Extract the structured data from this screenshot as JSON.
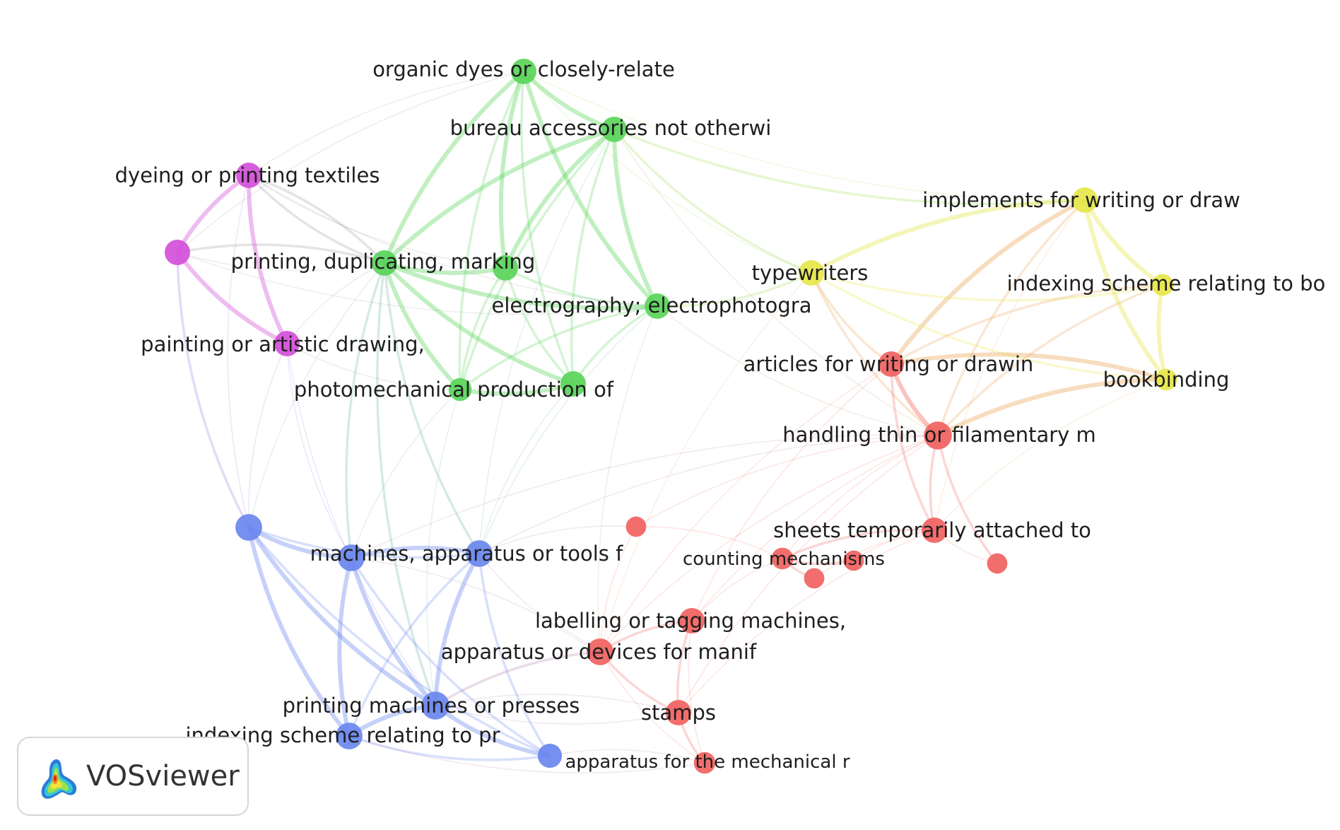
{
  "app": {
    "name": "VOSviewer",
    "logo_icon": "vosviewer-density-logo-icon"
  },
  "clusters": {
    "red": "#f0625f",
    "green": "#5ad45a",
    "blue": "#6a87ee",
    "yellow": "#e6e64a",
    "purple": "#d24fd8"
  },
  "nodes": [
    {
      "id": "n1",
      "label": "organic dyes or closely-relate",
      "cluster": "green",
      "weight": 1.0
    },
    {
      "id": "n2",
      "label": "bureau accessories not otherwi",
      "cluster": "green",
      "weight": 1.0
    },
    {
      "id": "n3",
      "label": "printing, duplicating, marking",
      "cluster": "green",
      "weight": 1.0
    },
    {
      "id": "n4",
      "label": "",
      "cluster": "green",
      "weight": 1.0
    },
    {
      "id": "n5",
      "label": "electrography; electrophotogra",
      "cluster": "green",
      "weight": 1.0
    },
    {
      "id": "n6",
      "label": "photomechanical production of",
      "cluster": "green",
      "weight": 0.9
    },
    {
      "id": "n7",
      "label": "",
      "cluster": "green",
      "weight": 1.0
    },
    {
      "id": "n8",
      "label": "dyeing or printing textiles",
      "cluster": "purple",
      "weight": 1.0
    },
    {
      "id": "n9",
      "label": "",
      "cluster": "purple",
      "weight": 1.0
    },
    {
      "id": "n10",
      "label": "painting or artistic drawing,",
      "cluster": "purple",
      "weight": 1.0
    },
    {
      "id": "n11",
      "label": "implements for writing or draw",
      "cluster": "yellow",
      "weight": 1.0
    },
    {
      "id": "n12",
      "label": "typewriters",
      "cluster": "yellow",
      "weight": 1.0
    },
    {
      "id": "n13",
      "label": "indexing scheme relating to bo",
      "cluster": "yellow",
      "weight": 0.85
    },
    {
      "id": "n14",
      "label": "bookbinding",
      "cluster": "yellow",
      "weight": 0.85
    },
    {
      "id": "n15",
      "label": "articles for writing or drawin",
      "cluster": "red",
      "weight": 1.0
    },
    {
      "id": "n16",
      "label": "handling thin or filamentary m",
      "cluster": "red",
      "weight": 1.1
    },
    {
      "id": "n17",
      "label": "sheets temporarily attached to",
      "cluster": "red",
      "weight": 1.0
    },
    {
      "id": "n18",
      "label": "counting mechanisms",
      "cluster": "red",
      "weight": 0.85
    },
    {
      "id": "n19",
      "label": "",
      "cluster": "red",
      "weight": 0.8
    },
    {
      "id": "n20",
      "label": "",
      "cluster": "red",
      "weight": 0.8
    },
    {
      "id": "n21",
      "label": "",
      "cluster": "red",
      "weight": 0.8
    },
    {
      "id": "n22",
      "label": "",
      "cluster": "red",
      "weight": 0.8
    },
    {
      "id": "n23",
      "label": "labelling or tagging machines,",
      "cluster": "red",
      "weight": 1.0
    },
    {
      "id": "n24",
      "label": "apparatus or devices for manif",
      "cluster": "red",
      "weight": 1.05
    },
    {
      "id": "n25",
      "label": "stamps",
      "cluster": "red",
      "weight": 1.0
    },
    {
      "id": "n26",
      "label": "apparatus for the mechanical r",
      "cluster": "red",
      "weight": 0.85
    },
    {
      "id": "n27",
      "label": "",
      "cluster": "blue",
      "weight": 1.05
    },
    {
      "id": "n28",
      "label": "machines, apparatus or tools f",
      "cluster": "blue",
      "weight": 1.05
    },
    {
      "id": "n29",
      "label": "",
      "cluster": "blue",
      "weight": 1.05
    },
    {
      "id": "n30",
      "label": "printing machines or presses",
      "cluster": "blue",
      "weight": 1.1
    },
    {
      "id": "n31",
      "label": "indexing scheme relating to pr",
      "cluster": "blue",
      "weight": 1.05
    },
    {
      "id": "n32",
      "label": "",
      "cluster": "blue",
      "weight": 0.95
    }
  ],
  "links": [
    [
      "n1",
      "n2",
      3
    ],
    [
      "n1",
      "n3",
      3
    ],
    [
      "n1",
      "n4",
      3
    ],
    [
      "n1",
      "n5",
      3
    ],
    [
      "n1",
      "n6",
      2
    ],
    [
      "n1",
      "n7",
      2
    ],
    [
      "n1",
      "n8",
      1
    ],
    [
      "n1",
      "n9",
      1
    ],
    [
      "n1",
      "n12",
      1
    ],
    [
      "n1",
      "n11",
      1
    ],
    [
      "n2",
      "n3",
      3
    ],
    [
      "n2",
      "n4",
      3
    ],
    [
      "n2",
      "n5",
      3
    ],
    [
      "n2",
      "n6",
      2
    ],
    [
      "n2",
      "n7",
      2
    ],
    [
      "n2",
      "n12",
      2
    ],
    [
      "n2",
      "n11",
      2
    ],
    [
      "n2",
      "n16",
      1
    ],
    [
      "n2",
      "n28",
      1
    ],
    [
      "n3",
      "n4",
      3
    ],
    [
      "n3",
      "n5",
      3
    ],
    [
      "n3",
      "n6",
      3
    ],
    [
      "n3",
      "n7",
      3
    ],
    [
      "n3",
      "n8",
      2
    ],
    [
      "n3",
      "n9",
      2
    ],
    [
      "n3",
      "n28",
      2
    ],
    [
      "n3",
      "n29",
      2
    ],
    [
      "n3",
      "n30",
      2
    ],
    [
      "n3",
      "n27",
      1
    ],
    [
      "n3",
      "n10",
      1
    ],
    [
      "n4",
      "n5",
      2
    ],
    [
      "n4",
      "n7",
      2
    ],
    [
      "n4",
      "n6",
      2
    ],
    [
      "n5",
      "n6",
      2
    ],
    [
      "n5",
      "n7",
      2
    ],
    [
      "n5",
      "n12",
      2
    ],
    [
      "n5",
      "n16",
      1
    ],
    [
      "n5",
      "n28",
      1
    ],
    [
      "n5",
      "n24",
      1
    ],
    [
      "n6",
      "n7",
      3
    ],
    [
      "n6",
      "n29",
      1
    ],
    [
      "n6",
      "n30",
      1
    ],
    [
      "n7",
      "n28",
      1
    ],
    [
      "n8",
      "n9",
      3
    ],
    [
      "n8",
      "n10",
      3
    ],
    [
      "n8",
      "n3",
      2
    ],
    [
      "n8",
      "n27",
      1
    ],
    [
      "n8",
      "n4",
      1
    ],
    [
      "n8",
      "n5",
      1
    ],
    [
      "n9",
      "n10",
      3
    ],
    [
      "n9",
      "n27",
      2
    ],
    [
      "n9",
      "n3",
      1
    ],
    [
      "n9",
      "n5",
      1
    ],
    [
      "n10",
      "n27",
      1
    ],
    [
      "n10",
      "n29",
      1
    ],
    [
      "n10",
      "n6",
      1
    ],
    [
      "n10",
      "n30",
      1
    ],
    [
      "n11",
      "n12",
      3
    ],
    [
      "n11",
      "n13",
      3
    ],
    [
      "n11",
      "n14",
      3
    ],
    [
      "n11",
      "n15",
      3
    ],
    [
      "n11",
      "n16",
      2
    ],
    [
      "n11",
      "n17",
      1
    ],
    [
      "n12",
      "n13",
      2
    ],
    [
      "n12",
      "n14",
      2
    ],
    [
      "n12",
      "n15",
      2
    ],
    [
      "n12",
      "n16",
      2
    ],
    [
      "n12",
      "n24",
      1
    ],
    [
      "n13",
      "n14",
      3
    ],
    [
      "n13",
      "n15",
      2
    ],
    [
      "n13",
      "n16",
      2
    ],
    [
      "n14",
      "n15",
      3
    ],
    [
      "n14",
      "n16",
      3
    ],
    [
      "n14",
      "n17",
      1
    ],
    [
      "n15",
      "n16",
      3
    ],
    [
      "n15",
      "n17",
      2
    ],
    [
      "n15",
      "n23",
      1
    ],
    [
      "n15",
      "n24",
      1
    ],
    [
      "n16",
      "n17",
      2
    ],
    [
      "n16",
      "n18",
      1
    ],
    [
      "n16",
      "n21",
      2
    ],
    [
      "n16",
      "n22",
      1
    ],
    [
      "n16",
      "n23",
      1
    ],
    [
      "n16",
      "n24",
      1
    ],
    [
      "n16",
      "n25",
      1
    ],
    [
      "n16",
      "n28",
      1
    ],
    [
      "n16",
      "n29",
      1
    ],
    [
      "n17",
      "n18",
      2
    ],
    [
      "n17",
      "n19",
      1
    ],
    [
      "n17",
      "n20",
      1
    ],
    [
      "n17",
      "n21",
      1
    ],
    [
      "n17",
      "n25",
      1
    ],
    [
      "n18",
      "n19",
      2
    ],
    [
      "n18",
      "n20",
      2
    ],
    [
      "n18",
      "n22",
      1
    ],
    [
      "n18",
      "n23",
      1
    ],
    [
      "n22",
      "n24",
      1
    ],
    [
      "n22",
      "n28",
      1
    ],
    [
      "n23",
      "n24",
      2
    ],
    [
      "n23",
      "n25",
      2
    ],
    [
      "n23",
      "n26",
      1
    ],
    [
      "n24",
      "n25",
      2
    ],
    [
      "n24",
      "n26",
      1
    ],
    [
      "n24",
      "n30",
      2
    ],
    [
      "n24",
      "n29",
      1
    ],
    [
      "n25",
      "n26",
      2
    ],
    [
      "n25",
      "n30",
      1
    ],
    [
      "n26",
      "n32",
      1
    ],
    [
      "n27",
      "n28",
      2
    ],
    [
      "n27",
      "n29",
      3
    ],
    [
      "n27",
      "n30",
      3
    ],
    [
      "n27",
      "n31",
      3
    ],
    [
      "n27",
      "n32",
      2
    ],
    [
      "n28",
      "n29",
      3
    ],
    [
      "n28",
      "n30",
      3
    ],
    [
      "n28",
      "n31",
      2
    ],
    [
      "n28",
      "n32",
      2
    ],
    [
      "n28",
      "n24",
      1
    ],
    [
      "n29",
      "n30",
      3
    ],
    [
      "n29",
      "n31",
      3
    ],
    [
      "n29",
      "n32",
      2
    ],
    [
      "n30",
      "n31",
      3
    ],
    [
      "n30",
      "n32",
      3
    ],
    [
      "n30",
      "n25",
      1
    ],
    [
      "n31",
      "n32",
      2
    ],
    [
      "n31",
      "n26",
      1
    ]
  ]
}
